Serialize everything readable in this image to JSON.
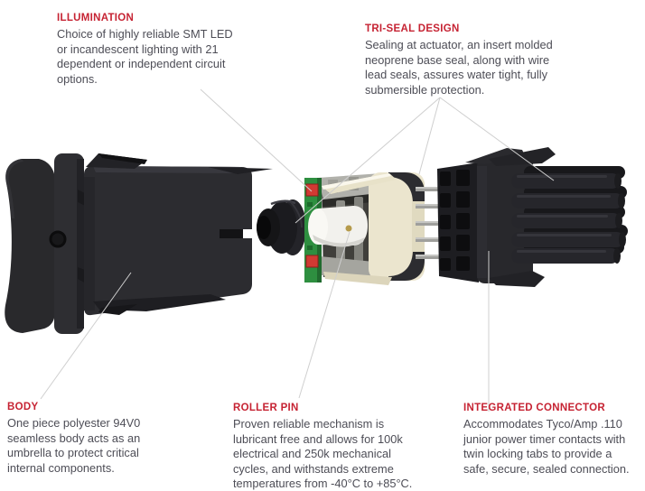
{
  "annotations": {
    "illumination": {
      "title": "ILLUMINATION",
      "lines": [
        "Choice of highly reliable SMT LED",
        "or incandescent lighting with 21",
        "dependent or independent circuit",
        "options."
      ]
    },
    "tri_seal": {
      "title": "TRI-SEAL DESIGN",
      "lines": [
        "Sealing at actuator, an insert molded",
        "neoprene base seal, along with wire",
        "lead seals, assures water tight, fully",
        "submersible protection."
      ]
    },
    "body": {
      "title": "BODY",
      "lines": [
        "One piece polyester 94V0",
        "seamless body acts as an",
        "umbrella to protect critical",
        "internal components."
      ]
    },
    "roller_pin": {
      "title": "ROLLER PIN",
      "lines": [
        "Proven reliable mechanism is",
        "lubricant free and allows for 100k",
        "electrical and 250k mechanical",
        "cycles, and withstands extreme",
        "temperatures from -40°C to +85°C."
      ]
    },
    "integrated_connector": {
      "title": "INTEGRATED CONNECTOR",
      "lines": [
        "Accommodates Tyco/Amp .110",
        "junior power timer contacts with",
        "twin locking tabs to provide a",
        "safe, secure, sealed connection."
      ]
    }
  },
  "colors": {
    "heading_red": "#c62333",
    "body_text": "#4d4d56",
    "callout_line": "#cfcfcf",
    "housing_black": "#2b2b2e",
    "pcb_green": "#2e8f40",
    "led_red": "#d23a33",
    "base_cream": "#ebe5ce",
    "roller_white": "#f2f1ed",
    "pin_metal": "#9f9f9c"
  },
  "diagram": {
    "parts": [
      "rocker-actuator",
      "mounting-bracket",
      "switch-body",
      "actuator-seal",
      "led-circuit-board",
      "roller-pin-mechanism",
      "base-housing",
      "terminal-pins",
      "integrated-connector-housing",
      "wire-seal-ports"
    ]
  }
}
